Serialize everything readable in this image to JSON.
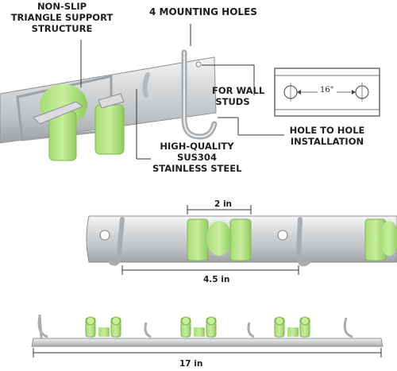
{
  "callouts": {
    "nonslip": [
      "NON-SLIP",
      "TRIANGLE SUPPORT",
      "STRUCTURE"
    ],
    "mounting_holes": "4 MOUNTING HOLES",
    "wall_studs": [
      "FOR WALL",
      "STUDS"
    ],
    "hole_to_hole": [
      "HOLE TO HOLE",
      "INSTALLATION"
    ],
    "material": [
      "HIGH-QUALITY",
      "SUS304",
      "STAINLESS STEEL"
    ]
  },
  "dimensions": {
    "stud_spacing": "16\"",
    "clamp_spacing": "2 in",
    "hook_spacing": "4.5 in",
    "total_length": "17 in"
  },
  "colors": {
    "steel": "#c9cbcd",
    "steel_dark": "#8e9193",
    "grip": "#b8e58a",
    "grip_dark": "#8cc65c",
    "ink": "#1e1e1e"
  }
}
